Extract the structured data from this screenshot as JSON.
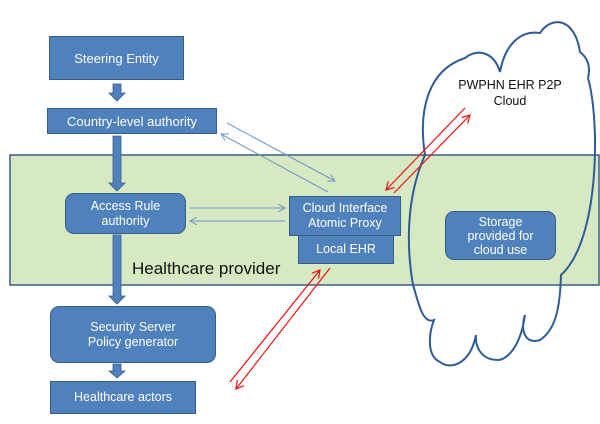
{
  "diagram": {
    "title": "Healthcare provider cloud EHR access architecture",
    "colors": {
      "box_fill": "#4f81bd",
      "box_border": "#385d8a",
      "zone_fill": "#d7e9c3",
      "zone_border": "#385d8a",
      "cloud_outline": "#2e5c96",
      "thin_arrow": "#6f95c7",
      "red_arrow": "#ee1111"
    },
    "nodes": {
      "steering_entity": "Steering Entity",
      "country_authority": "Country-level authority",
      "access_rule_authority": [
        "Access Rule",
        "authority"
      ],
      "cloud_interface": [
        "Cloud Interface",
        "Atomic Proxy"
      ],
      "local_ehr": "Local EHR",
      "security_server": [
        "Security Server",
        "Policy generator"
      ],
      "healthcare_actors": "Healthcare actors",
      "storage": [
        "Storage",
        "provided for",
        "cloud use"
      ]
    },
    "zones": {
      "healthcare_provider": "Healthcare provider",
      "cloud": [
        "PWPHN EHR P2P",
        "Cloud"
      ]
    },
    "edges": [
      {
        "from": "Steering Entity",
        "to": "Country-level authority",
        "style": "thick"
      },
      {
        "from": "Country-level authority",
        "to": "Access Rule authority",
        "style": "thick"
      },
      {
        "from": "Access Rule authority",
        "to": "Security Server Policy generator",
        "style": "thick"
      },
      {
        "from": "Security Server Policy generator",
        "to": "Healthcare actors",
        "style": "thick"
      },
      {
        "from": "Country-level authority",
        "to": "Cloud Interface Atomic Proxy",
        "style": "thin",
        "bidirectional": true
      },
      {
        "from": "Access Rule authority",
        "to": "Cloud Interface Atomic Proxy",
        "style": "thin",
        "bidirectional": true
      },
      {
        "from": "Cloud Interface Atomic Proxy",
        "to": "PWPHN EHR P2P Cloud",
        "style": "red",
        "bidirectional": true
      },
      {
        "from": "Local EHR",
        "to": "Healthcare actors",
        "style": "red",
        "bidirectional": true
      }
    ]
  }
}
